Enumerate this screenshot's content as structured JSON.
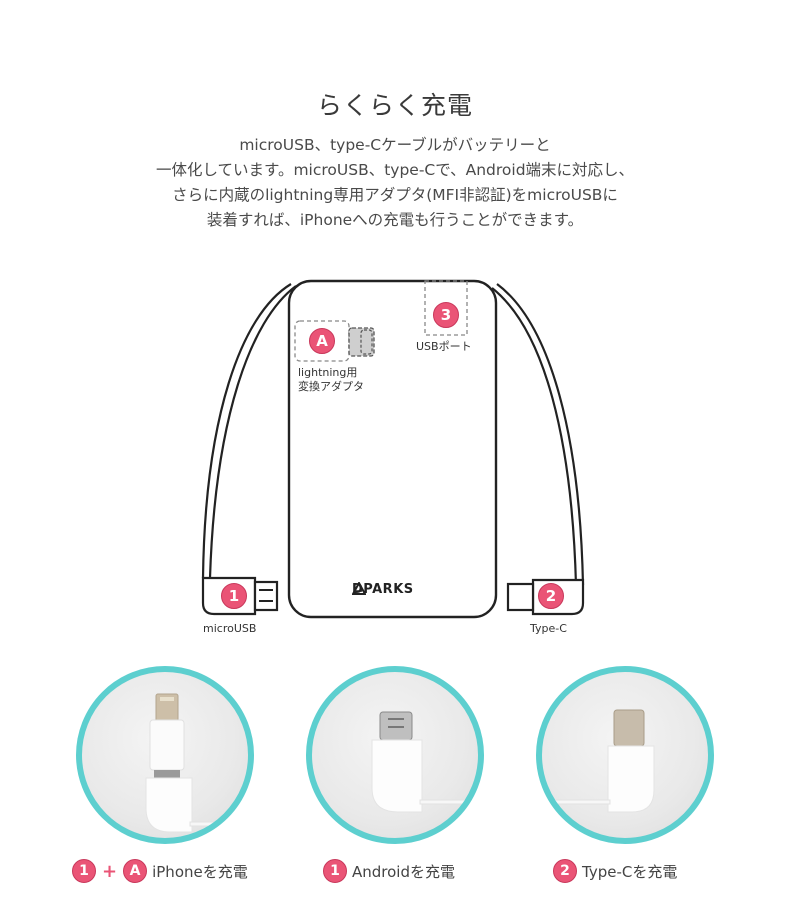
{
  "header": {
    "title": "らくらく充電",
    "description_lines": [
      "microUSB、type-Cケーブルがバッテリーと",
      "一体化しています。microUSB、type-Cで、Android端末に対応し、",
      "さらに内蔵のlightning専用アダプタ(MFI非認証)をmicroUSBに",
      "装着すれば、iPhoneへの充電も行うことができます。"
    ]
  },
  "diagram": {
    "brand": "DPARKS",
    "adapter": {
      "badge": "A",
      "label_lines": [
        "lightning用",
        "変換アダプタ"
      ]
    },
    "usb_port": {
      "badge": "3",
      "label": "USBポート"
    },
    "micro_usb": {
      "badge": "1",
      "label": "microUSB"
    },
    "type_c": {
      "badge": "2",
      "label": "Type-C"
    }
  },
  "photos": [
    {
      "name": "lightning-adapter-photo",
      "caption_badges": [
        "1",
        "A"
      ],
      "plus": "+",
      "caption": "iPhoneを充電"
    },
    {
      "name": "micro-usb-photo",
      "caption_badges": [
        "1"
      ],
      "caption": "Androidを充電"
    },
    {
      "name": "type-c-photo",
      "caption_badges": [
        "2"
      ],
      "caption": "Type-Cを充電"
    }
  ],
  "colors": {
    "badge": "#ea5476",
    "circle_border": "#5dcfcf",
    "outline": "#222222"
  }
}
